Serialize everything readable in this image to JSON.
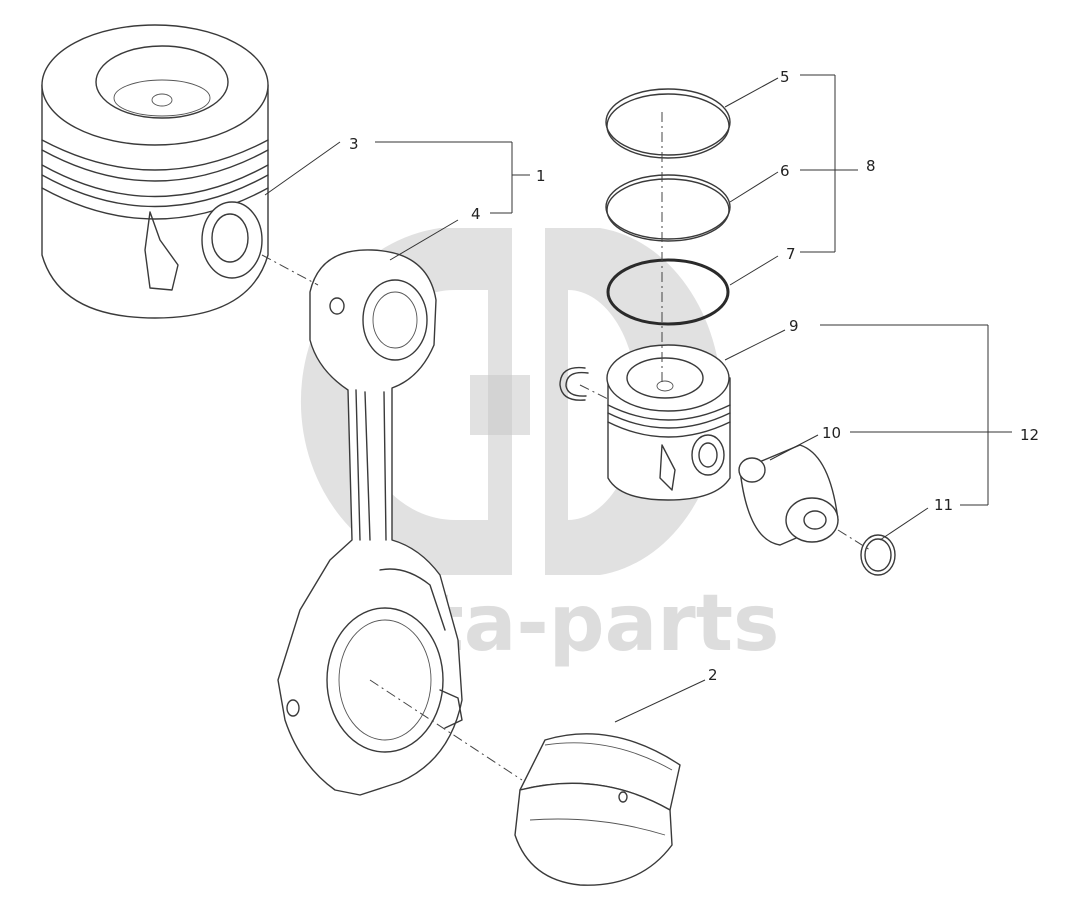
{
  "callouts": {
    "c1": "1",
    "c2": "2",
    "c3": "3",
    "c4": "4",
    "c5": "5",
    "c6": "6",
    "c7": "7",
    "c8": "8",
    "c9": "9",
    "c10": "10",
    "c11": "11",
    "c12": "12"
  },
  "watermark": {
    "text": "data-parts"
  }
}
